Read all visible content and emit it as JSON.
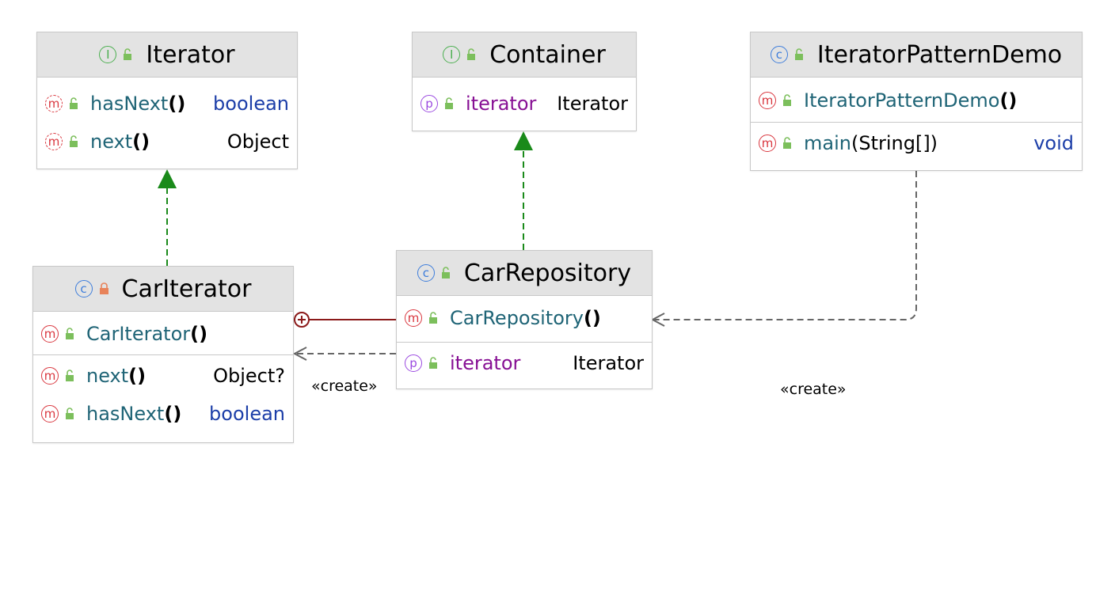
{
  "classes": {
    "iterator": {
      "kind": "I",
      "name": "Iterator",
      "members": [
        {
          "kind": "m",
          "name": "hasNext",
          "parens": "()",
          "type": "boolean"
        },
        {
          "kind": "m",
          "name": "next",
          "parens": "()",
          "type": "Object"
        }
      ]
    },
    "container": {
      "kind": "I",
      "name": "Container",
      "members": [
        {
          "kind": "p",
          "name": "iterator",
          "type": "Iterator"
        }
      ]
    },
    "demo": {
      "kind": "C",
      "name": "IteratorPatternDemo",
      "constructors": [
        {
          "kind": "m",
          "name": "IteratorPatternDemo",
          "parens": "()"
        }
      ],
      "methods": [
        {
          "kind": "m",
          "name": "main",
          "parens": "(String[])",
          "type": "void"
        }
      ]
    },
    "car_iterator": {
      "kind": "C",
      "name": "CarIterator",
      "constructors": [
        {
          "kind": "m",
          "name": "CarIterator",
          "parens": "()"
        }
      ],
      "methods": [
        {
          "kind": "m",
          "name": "next",
          "parens": "()",
          "type": "Object?"
        },
        {
          "kind": "m",
          "name": "hasNext",
          "parens": "()",
          "type": "boolean"
        }
      ]
    },
    "car_repository": {
      "kind": "C",
      "name": "CarRepository",
      "constructors": [
        {
          "kind": "m",
          "name": "CarRepository",
          "parens": "()"
        }
      ],
      "properties": [
        {
          "kind": "p",
          "name": "iterator",
          "type": "Iterator"
        }
      ]
    }
  },
  "edge_labels": {
    "create_left": "«create»",
    "create_right": "«create»"
  },
  "colors": {
    "realization": "#1a8a1a",
    "dependency": "#666666",
    "nested": "#8b1a1a",
    "interface_icon": "#4caf50",
    "class_icon": "#3d7ddb",
    "method_icon": "#d9363e",
    "property_icon": "#9b4ae0",
    "public_lock": "#7cbf5c",
    "private_lock": "#e8835a"
  }
}
